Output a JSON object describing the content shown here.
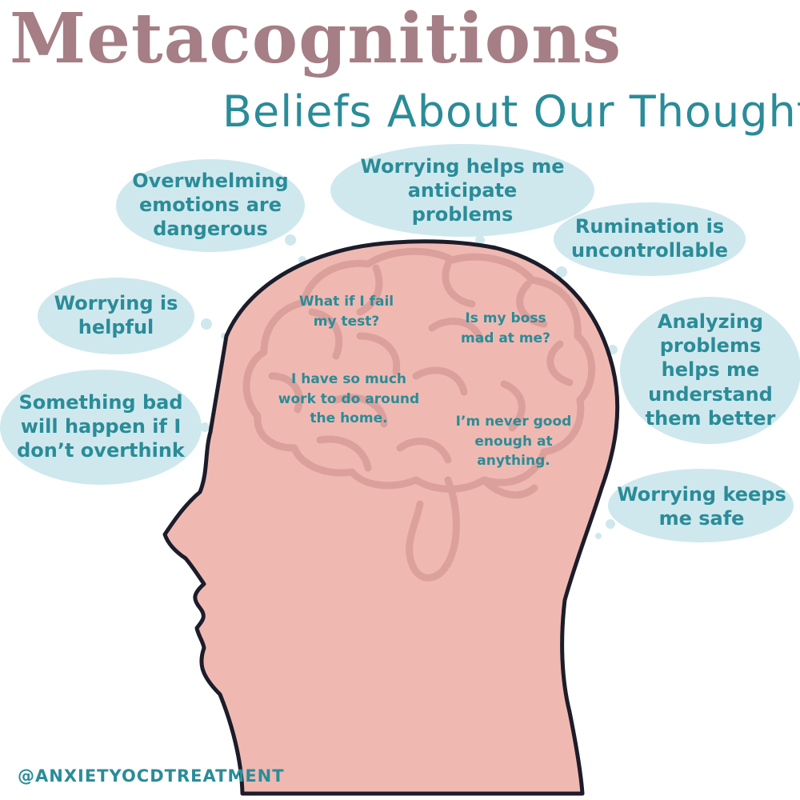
{
  "title": "Metacognitions",
  "subtitle": "Beliefs About Our Thoughts",
  "beliefs": [
    "Overwhelming\nemotions are\ndangerous",
    "Worrying helps me\nanticipate\nproblems",
    "Rumination is\nuncontrollable",
    "Worrying is\nhelpful",
    "Analyzing\nproblems\nhelps me\nunderstand\nthem better",
    "Something bad\nwill happen if I\ndon’t overthink",
    "Worrying keeps\nme safe"
  ],
  "thoughts": [
    "What if I fail\nmy test?",
    "Is my boss\nmad at me?",
    "I have so much\nwork to do around\nthe home.",
    "I’m never good\nenough at\nanything."
  ],
  "handle": "@ANXIETYOCDTREATMENT",
  "colors": {
    "title": "#a57e86",
    "accent": "#2a8c98",
    "bubble": "#cfe8ee",
    "head_fill": "#efb9b2",
    "brain_line": "#d89c97",
    "outline": "#1c1c2a"
  }
}
